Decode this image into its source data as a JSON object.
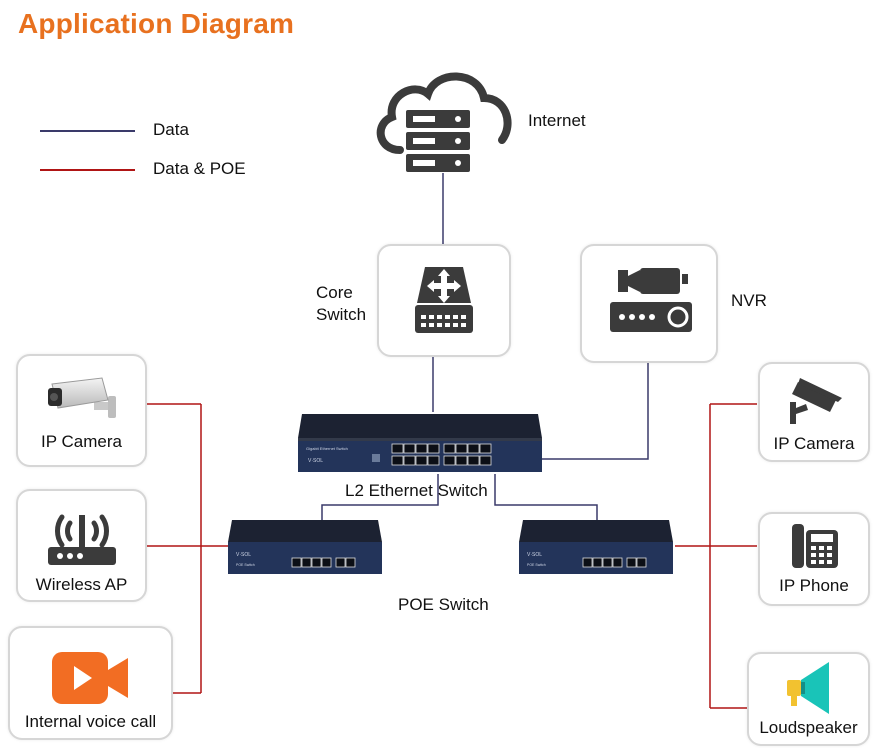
{
  "title": "Application Diagram",
  "legend": [
    {
      "label": "Data",
      "color": "#3a3a6a"
    },
    {
      "label": "Data & POE",
      "color": "#b01515"
    }
  ],
  "nodes": {
    "internet": "Internet",
    "core_switch": "Core\nSwitch",
    "nvr": "NVR",
    "l2_switch": "L2 Ethernet Switch",
    "poe_switch": "POE Switch",
    "ip_camera_left": "IP Camera",
    "wireless_ap": "Wireless AP",
    "voice_call": "Internal voice call",
    "ip_camera_right": "IP Camera",
    "ip_phone": "IP Phone",
    "loudspeaker": "Loudspeaker"
  },
  "colors": {
    "accent": "#e8711f",
    "data_line": "#3a3a6a",
    "poe_line": "#b01515",
    "icon_dark": "#3b3b3b",
    "switch_body": "#1c2232",
    "switch_front": "#23345a",
    "voice_icon": "#f26d23",
    "speaker_body": "#19c4b8",
    "speaker_horn": "#f2c230"
  }
}
